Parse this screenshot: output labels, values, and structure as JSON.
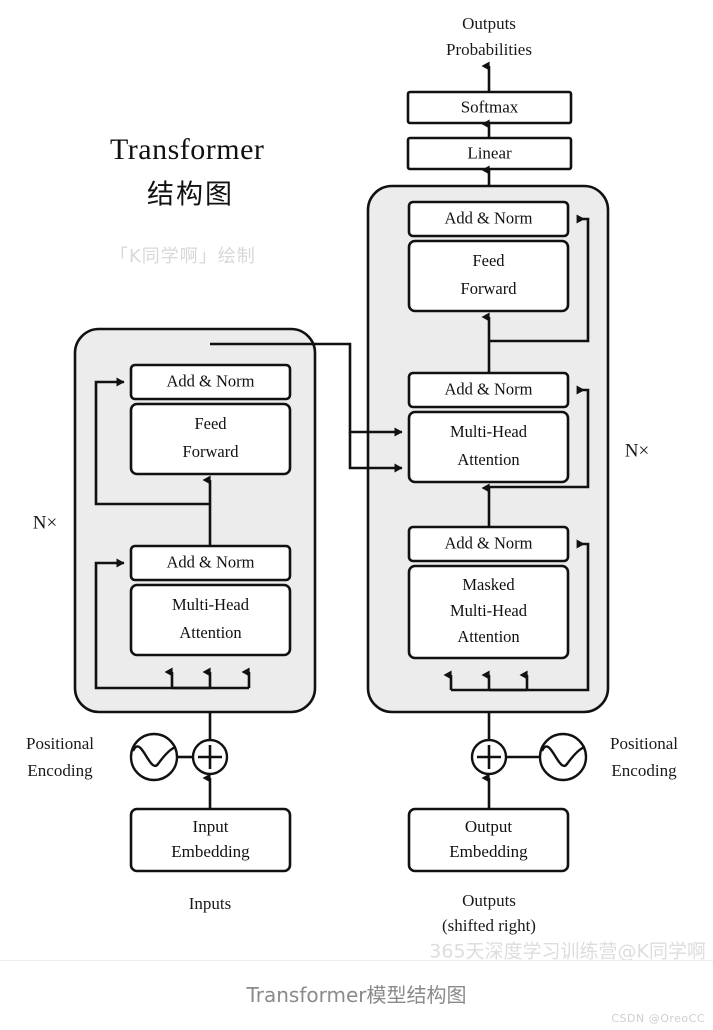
{
  "title": {
    "line_en": "Transformer",
    "line_cn": "结构图",
    "credit": "「K同学啊」绘制"
  },
  "watermark": "365天深度学习训练营@K同学啊",
  "caption": "Transformer模型结构图",
  "csdn_credit": "CSDN @OreoCC",
  "colors": {
    "stack_fill": "#ececec",
    "box_fill": "#ffffff",
    "stroke": "#111111",
    "page_bg": "#ffffff",
    "caption_text": "#8a8a8a",
    "watermark_text": "#dddddd"
  },
  "top": {
    "output_label_line1": "Outputs",
    "output_label_line2": "Probabilities",
    "softmax": "Softmax",
    "linear": "Linear"
  },
  "encoder": {
    "repeat_label": "N×",
    "blocks": [
      {
        "id": "enc-add-norm-2",
        "label": "Add & Norm"
      },
      {
        "id": "enc-feed-forward",
        "label_line1": "Feed",
        "label_line2": "Forward"
      },
      {
        "id": "enc-add-norm-1",
        "label": "Add & Norm"
      },
      {
        "id": "enc-multi-head-attention",
        "label_line1": "Multi-Head",
        "label_line2": "Attention"
      }
    ]
  },
  "decoder": {
    "repeat_label": "N×",
    "blocks": [
      {
        "id": "dec-add-norm-3",
        "label": "Add & Norm"
      },
      {
        "id": "dec-feed-forward",
        "label_line1": "Feed",
        "label_line2": "Forward"
      },
      {
        "id": "dec-add-norm-2",
        "label": "Add & Norm"
      },
      {
        "id": "dec-multi-head-attention",
        "label_line1": "Multi-Head",
        "label_line2": "Attention"
      },
      {
        "id": "dec-add-norm-1",
        "label": "Add & Norm"
      },
      {
        "id": "dec-masked-multi-head-attention",
        "label_line1": "Masked",
        "label_line2": "Multi-Head",
        "label_line3": "Attention"
      }
    ]
  },
  "inputs_side": {
    "positional_encoding_line1": "Positional",
    "positional_encoding_line2": "Encoding",
    "embedding_line1": "Input",
    "embedding_line2": "Embedding",
    "source_label": "Inputs"
  },
  "outputs_side": {
    "positional_encoding_line1": "Positional",
    "positional_encoding_line2": "Encoding",
    "embedding_line1": "Output",
    "embedding_line2": "Embedding",
    "source_label_line1": "Outputs",
    "source_label_line2": "(shifted right)"
  }
}
